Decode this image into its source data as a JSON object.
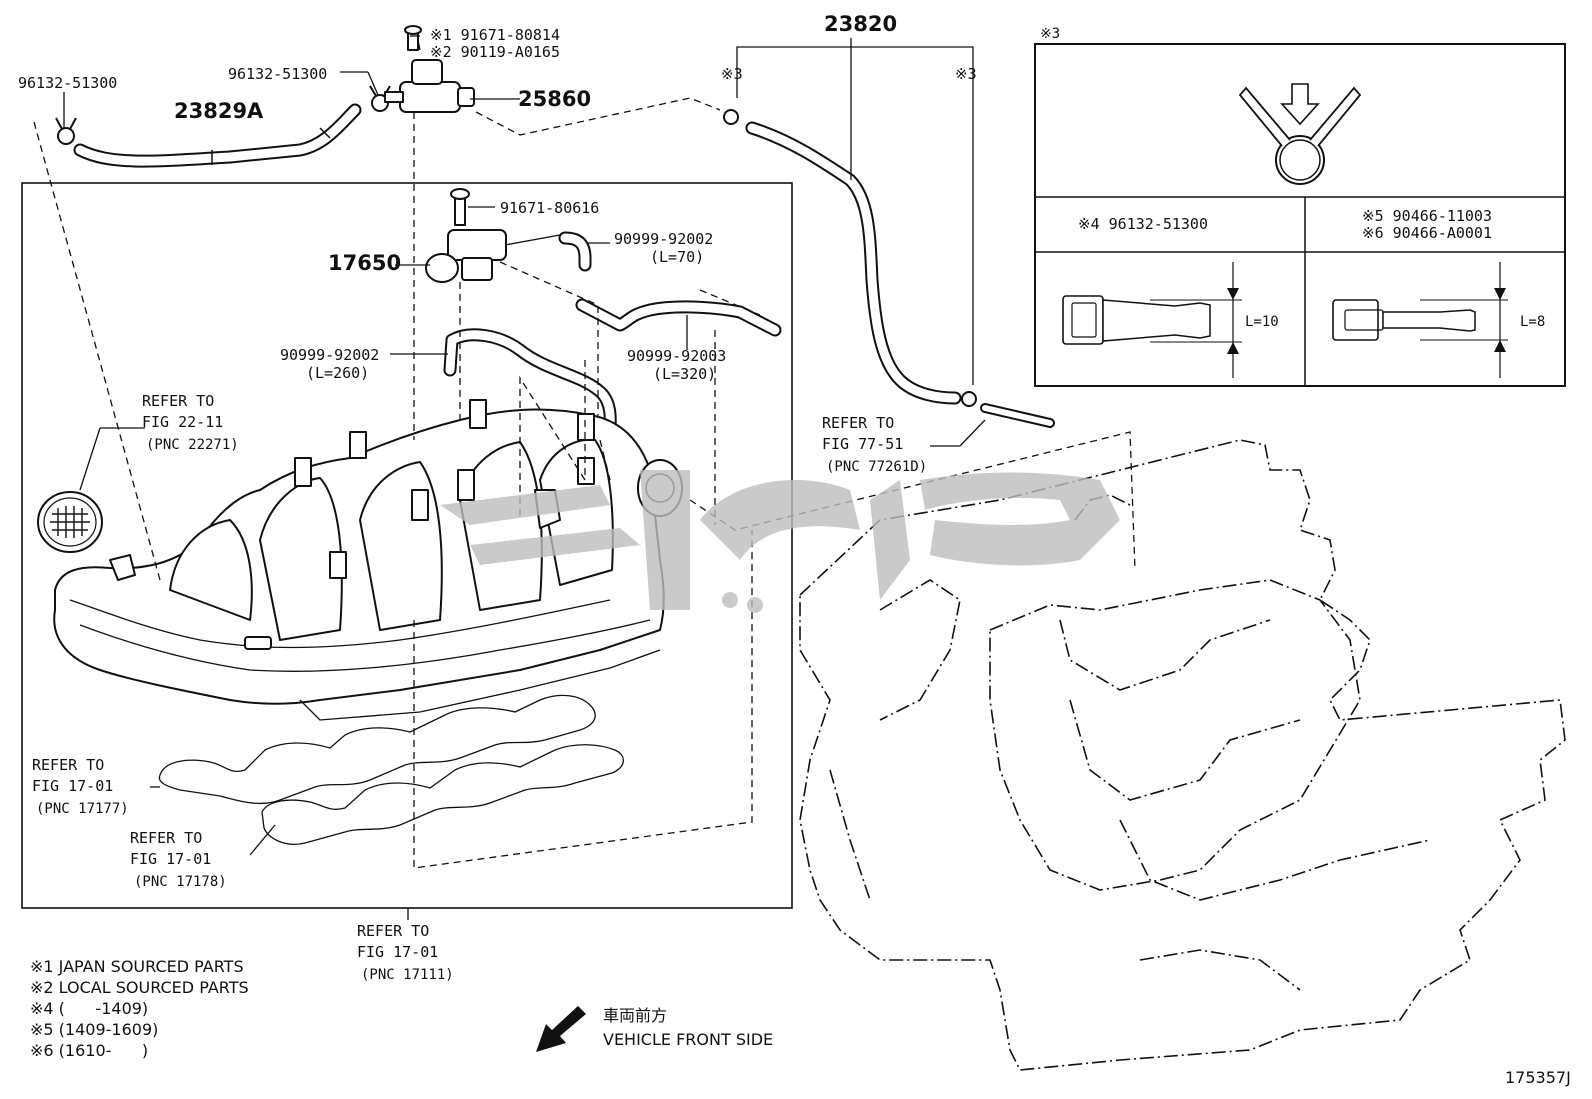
{
  "parts": {
    "hose_23829a": "23829A",
    "clamp_left": "96132-51300",
    "clamp_right": "96132-51300",
    "bolt_top_1": "※1 91671-80814",
    "bolt_top_2": "※2 90119-A0165",
    "vsv_25860": "25860",
    "hose_23820": "23820",
    "mark3_left": "※3",
    "mark3_right": "※3",
    "bolt_91671_80616": "91671-80616",
    "vsv_17650": "17650",
    "hose_90999_92002_a": "90999-92002",
    "hose_90999_92002_a_len": "(L=70)",
    "hose_90999_92002_b": "90999-92002",
    "hose_90999_92002_b_len": "(L=260)",
    "hose_90999_92003": "90999-92003",
    "hose_90999_92003_len": "(L=320)"
  },
  "references": {
    "ref_22_11": [
      "REFER TO",
      "FIG 22-11",
      "(PNC 22271)"
    ],
    "ref_77_51": [
      "REFER TO",
      "FIG 77-51",
      "(PNC 77261D)"
    ],
    "ref_17177": [
      "REFER TO",
      "FIG 17-01",
      "(PNC 17177)"
    ],
    "ref_17178": [
      "REFER TO",
      "FIG 17-01",
      "(PNC 17178)"
    ],
    "ref_17111": [
      "REFER TO",
      "FIG 17-01",
      "(PNC 17111)"
    ]
  },
  "inset": {
    "header_mark": "※3",
    "cell_left_title": "※4 96132-51300",
    "cell_right_title_1": "※5 90466-11003",
    "cell_right_title_2": "※6 90466-A0001",
    "left_dim": "L=10",
    "right_dim": "L=8"
  },
  "notes": [
    "※1 JAPAN SOURCED PARTS",
    "※2 LOCAL SOURCED PARTS",
    "※4 (      -1409)",
    "※5 (1409-1609)",
    "※6 (1610-      )"
  ],
  "direction": {
    "japanese": "車両前方",
    "english": "VEHICLE FRONT SIDE"
  },
  "figure_id": "175357J",
  "watermark_color": "#bdbdbd"
}
